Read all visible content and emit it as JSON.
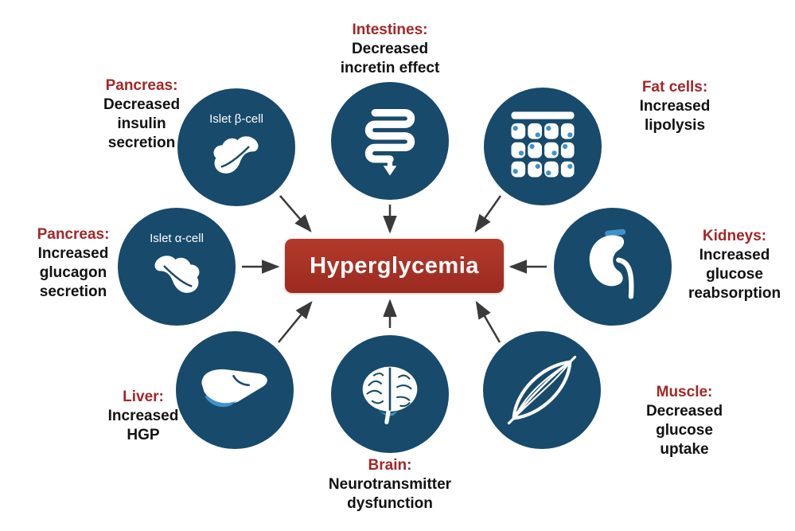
{
  "colors": {
    "circle_fill": "#174a6b",
    "center_box": "#a93127",
    "organ_label_red": "#a32728",
    "effect_text_black": "#111111",
    "arrow_gray": "#3a3a3a",
    "icon_accent_blue": "#4191c9",
    "background": "#ffffff"
  },
  "center": {
    "label": "Hyperglycemia"
  },
  "nodes": {
    "pancreas_beta": {
      "organ": "Pancreas:",
      "effect": "Decreased\ninsulin\nsecretion",
      "icon_caption": "Islet β-cell",
      "icon": "pancreas-icon"
    },
    "intestines": {
      "organ": "Intestines:",
      "effect": "Decreased\nincretin effect",
      "icon": "intestines-icon"
    },
    "fat_cells": {
      "organ": "Fat cells:",
      "effect": "Increased\nlipolysis",
      "icon": "fat-cells-icon"
    },
    "pancreas_alpha": {
      "organ": "Pancreas:",
      "effect": "Increased\nglucagon\nsecretion",
      "icon_caption": "Islet α-cell",
      "icon": "pancreas-icon"
    },
    "kidneys": {
      "organ": "Kidneys:",
      "effect": "Increased\nglucose\nreabsorption",
      "icon": "kidney-icon"
    },
    "liver": {
      "organ": "Liver:",
      "effect": "Increased\nHGP",
      "icon": "liver-icon"
    },
    "brain": {
      "organ": "Brain:",
      "effect": "Neurotransmitter\ndysfunction",
      "icon": "brain-icon"
    },
    "muscle": {
      "organ": "Muscle:",
      "effect": "Decreased\nglucose\nuptake",
      "icon": "muscle-icon"
    }
  }
}
